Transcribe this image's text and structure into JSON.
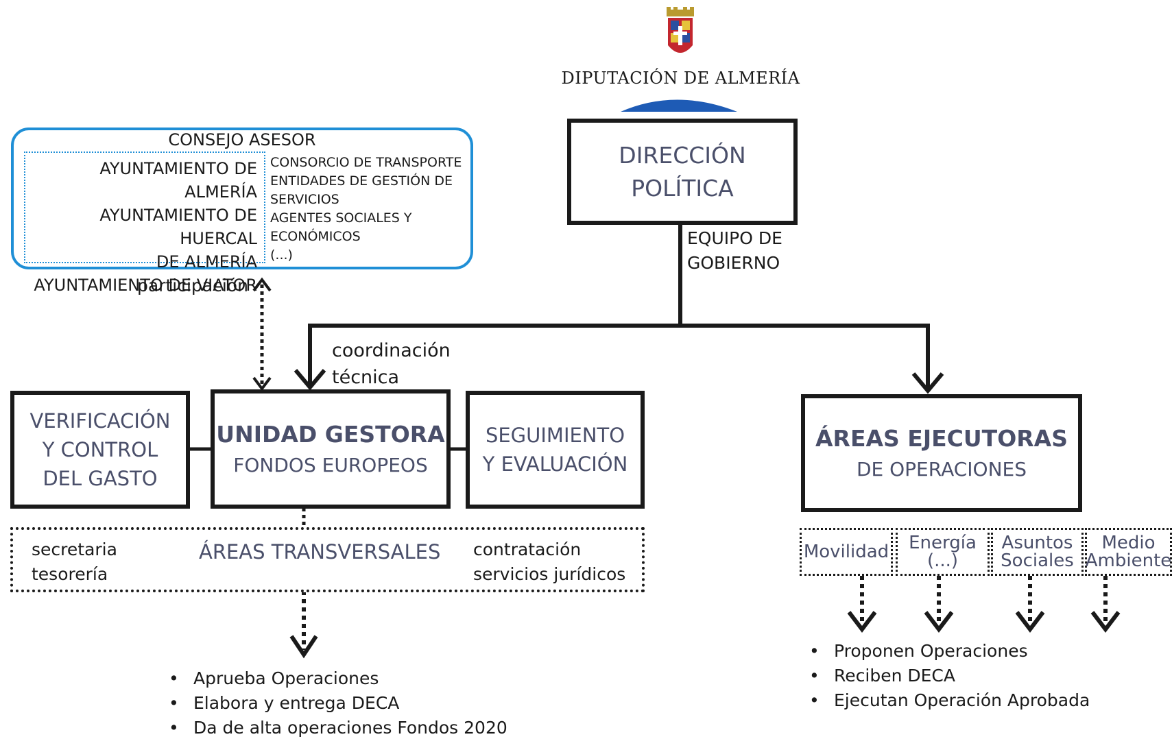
{
  "header": {
    "org_name": "DIPUTACIÓN DE ALMERÍA",
    "emblem_icon": "coat-of-arms-icon"
  },
  "consejo": {
    "title": "CONSEJO ASESOR",
    "ayuntamientos": [
      "AYUNTAMIENTO DE ALMERÍA",
      "AYUNTAMIENTO DE HUERCAL",
      "DE ALMERÍA",
      "AYUNTAMIENTO DE VIATOR"
    ],
    "others": [
      "CONSORCIO DE TRANSPORTE",
      "ENTIDADES DE GESTIÓN DE",
      "SERVICIOS",
      "AGENTES SOCIALES Y",
      "ECONÓMICOS",
      "(...)"
    ],
    "border_color": "#1f8fd6"
  },
  "direccion": {
    "line1": "DIRECCIÓN",
    "line2": "POLÍTICA",
    "equipo_line1": "EQUIPO DE",
    "equipo_line2": "GOBIERNO"
  },
  "labels": {
    "participacion": "participación",
    "coordinacion_line1": "coordinación",
    "coordinacion_line2": "técnica"
  },
  "verificacion": {
    "line1": "VERIFICACIÓN",
    "line2": "Y CONTROL",
    "line3": "DEL GASTO"
  },
  "unidad": {
    "title": "UNIDAD GESTORA",
    "subtitle": "FONDOS EUROPEOS"
  },
  "seguimiento": {
    "line1": "SEGUIMIENTO",
    "line2": "Y EVALUACIÓN"
  },
  "areas_ejecutoras": {
    "title": "ÁREAS EJECUTORAS",
    "subtitle": "DE OPERACIONES"
  },
  "transversales": {
    "title": "ÁREAS TRANSVERSALES",
    "left": [
      "secretaria",
      "tesorería"
    ],
    "right": [
      "contratación",
      "servicios jurídicos"
    ]
  },
  "sub_areas": [
    {
      "line1": "Movilidad",
      "line2": ""
    },
    {
      "line1": "Energía",
      "line2": "(...)"
    },
    {
      "line1": "Asuntos",
      "line2": "Sociales"
    },
    {
      "line1": "Medio",
      "line2": "Ambiente"
    }
  ],
  "unidad_tasks": [
    "Aprueba Operaciones",
    "Elabora y entrega DECA",
    "Da de alta operaciones Fondos 2020"
  ],
  "ejecutoras_tasks": [
    "Proponen Operaciones",
    "Reciben DECA",
    "Ejecutan Operación Aprobada"
  ],
  "colors": {
    "accent_blue": "#1f8fd6",
    "arc_blue": "#1e5bb5",
    "box_text": "#4a4f6a",
    "line": "#1a1a1a"
  }
}
